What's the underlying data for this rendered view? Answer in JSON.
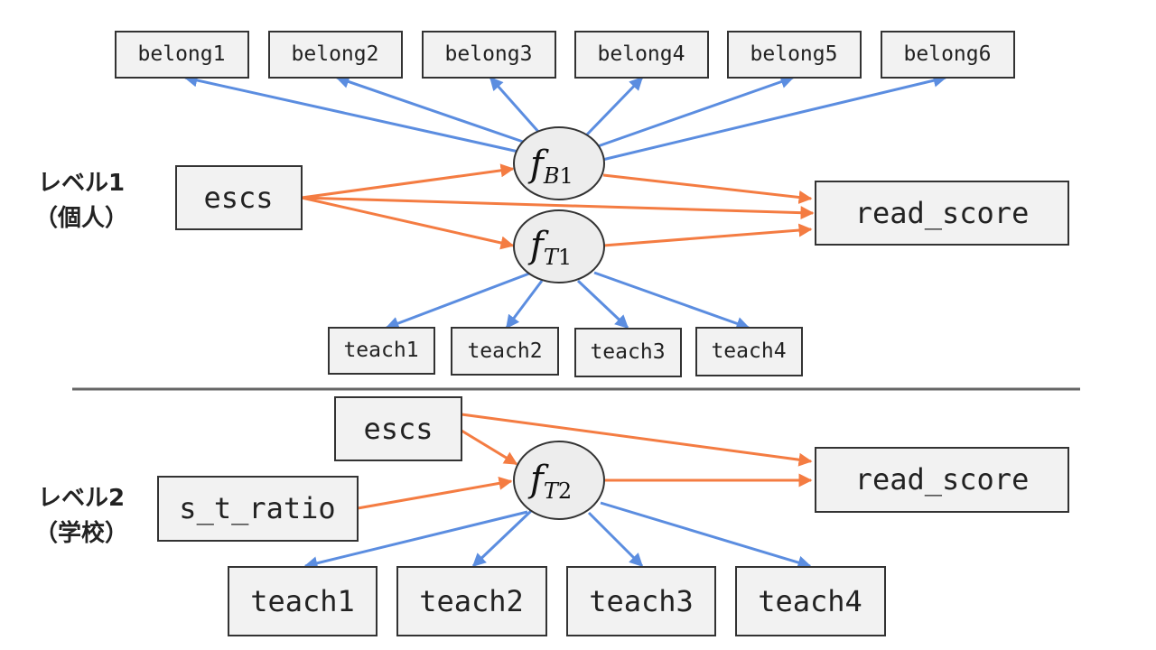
{
  "colors": {
    "loading_arrow": "#5b8de0",
    "path_arrow": "#f47c42",
    "box_fill": "#f2f2f2",
    "divider": "#666666"
  },
  "level1": {
    "label_line1": "レベル1",
    "label_line2": "（個人）",
    "predictor": "escs",
    "outcome": "read_score",
    "factor_b": {
      "symbol": "f",
      "subscript": "B",
      "index": "1"
    },
    "factor_t": {
      "symbol": "f",
      "subscript": "T",
      "index": "1"
    },
    "belong_items": [
      "belong1",
      "belong2",
      "belong3",
      "belong4",
      "belong5",
      "belong6"
    ],
    "teach_items": [
      "teach1",
      "teach2",
      "teach3",
      "teach4"
    ]
  },
  "level2": {
    "label_line1": "レベル2",
    "label_line2": "（学校）",
    "predictor_escs": "escs",
    "predictor_ratio": "s_t_ratio",
    "outcome": "read_score",
    "factor_t": {
      "symbol": "f",
      "subscript": "T",
      "index": "2"
    },
    "teach_items": [
      "teach1",
      "teach2",
      "teach3",
      "teach4"
    ]
  }
}
